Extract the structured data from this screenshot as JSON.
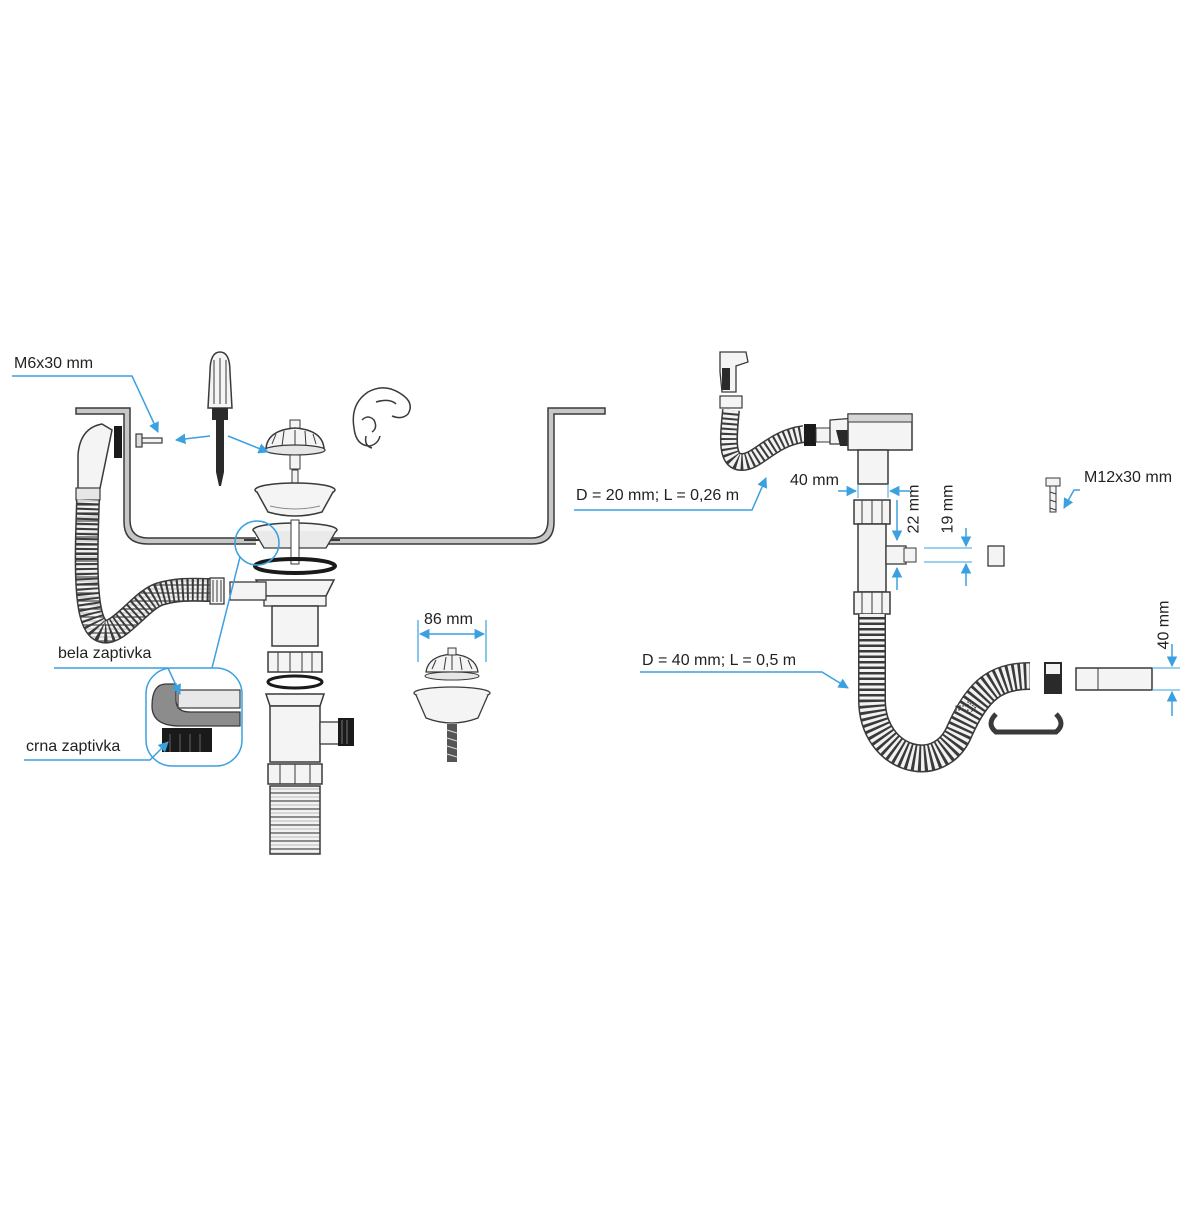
{
  "colors": {
    "callout": "#3aa0e0",
    "outline": "#3a3a3a",
    "part_fill": "#f4f4f4",
    "shade": "#9a9a9a",
    "dark": "#1a1a1a",
    "sink": "#bdbdbd"
  },
  "labels": {
    "screw_left": "M6x30 mm",
    "white_gasket": "bela zaptivka",
    "black_gasket": "crna zaptivka",
    "strainer_diameter": "86 mm",
    "small_hose": "D = 20 mm; L = 0,26 m",
    "outlet_width": "40 mm",
    "inlet_22": "22 mm",
    "inlet_19": "19 mm",
    "screw_right": "M12x30 mm",
    "main_hose": "D = 40 mm; L = 0,5 m",
    "pipe_40": "40 mm"
  },
  "icons": [
    "screwdriver-icon",
    "hand-icon",
    "screw-icon",
    "strainer-icon",
    "gasket-icon",
    "hose-icon",
    "clip-icon",
    "arrow-icon"
  ]
}
